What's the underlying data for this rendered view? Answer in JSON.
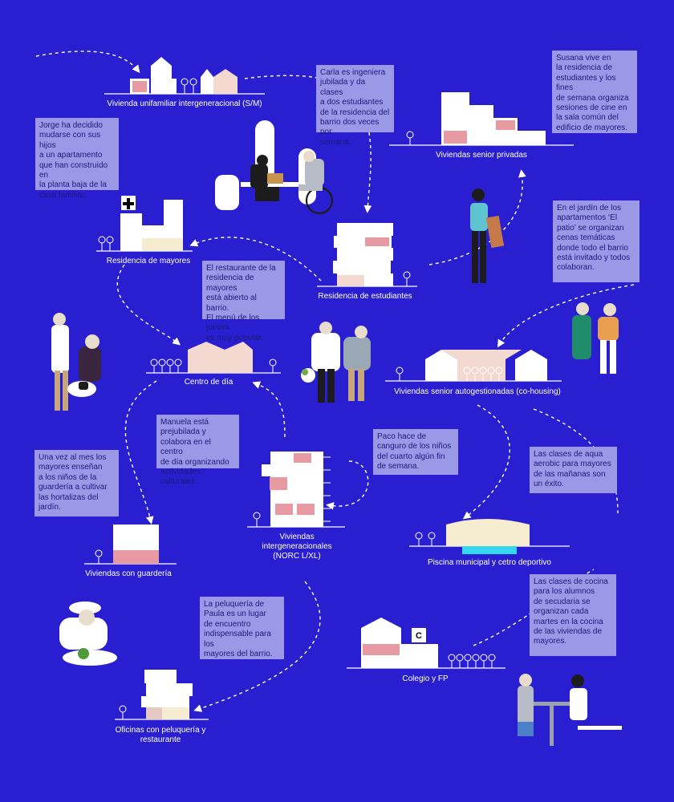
{
  "buildings": [
    {
      "id": "vivienda-unifamiliar",
      "label": "Vivienda unifamiliar intergeneracional (S/M)"
    },
    {
      "id": "viviendas-senior-privadas",
      "label": "Viviendas senior privadas"
    },
    {
      "id": "residencia-mayores",
      "label": "Residencia de mayores"
    },
    {
      "id": "residencia-estudiantes",
      "label": "Residencia de estudiantes"
    },
    {
      "id": "centro-dia",
      "label": "Centro de día"
    },
    {
      "id": "cohousing",
      "label": "Viviendas senior autogestionadas (co-housing)"
    },
    {
      "id": "norc",
      "label": "Viviendas\nintergeneracionales\n(NORC L/XL)"
    },
    {
      "id": "guarderia",
      "label": "Viviendas con guardería"
    },
    {
      "id": "piscina",
      "label": "Piscina municipal y cetro deportivo"
    },
    {
      "id": "colegio",
      "label": "Colegio y FP"
    },
    {
      "id": "oficinas",
      "label": "Oficinas con peluquería y\nrestaurante"
    }
  ],
  "notes": [
    {
      "id": "carla",
      "text": "Carla es ingeniera\njubilada y da clases\na dos estudiantes\nde la residencia del\nbarrio dos veces por\nsemana."
    },
    {
      "id": "susana",
      "text": "Susana vive en\nla residencia de\nestudiantes y los fines\nde semana organiza\nsesiones de cine en\nla sala común del\nedificio de mayores."
    },
    {
      "id": "jorge",
      "text": "Jorge ha decidido\nmudarse con sus hijos\na un apartamento\nque han construido en\nla planta baja de la\ncasa familiar."
    },
    {
      "id": "patio",
      "text": "En el jardín de los\napartamentos ‘El\npatio’ se organizan\ncenas temáticas\ndonde todo el barrio\nestá invitado y todos\ncolaboran."
    },
    {
      "id": "restaurante",
      "text": "El restaurante de la\nresidencia de mayores\nestá abierto al barrio.\nEl menú de los jueves\nes muy popular."
    },
    {
      "id": "manuela",
      "text": "Manuela está\nprejubilada y\ncolabora en el centro\nde día organizando\nactividades culturales."
    },
    {
      "id": "paco",
      "text": "Paco hace de\ncanguro de los  niños\ndel cuarto algún fin\nde semana."
    },
    {
      "id": "mayores-huerto",
      "text": "Una vez al mes los\nmayores enseñan\na los niños de la\nguardería a cultivar\nlas hortalizas del\njardín."
    },
    {
      "id": "aqua",
      "text": "Las clases de aqua\naerobic para mayores\nde las mañanas son\nun éxito."
    },
    {
      "id": "peluqueria",
      "text": "La peluquería de\nPaula es un lugar\nde encuentro\nindispensable para los\nmayores del barrio."
    },
    {
      "id": "cocina",
      "text": "Las clases de cocina\npara los alumnos\nde secudaria se\norganizan cada\nmartes en la cocina\nde las viviendas de\nmayores."
    }
  ],
  "icons": {
    "cross": "medical-cross-icon",
    "school_letter": "C"
  },
  "colors": {
    "background": "#2a1fd0",
    "note": "#9b98e8",
    "note_text": "#1a1a7a",
    "accent_red": "#e89aa2",
    "cream": "#f6ecd0",
    "pool": "#35d6f0"
  }
}
